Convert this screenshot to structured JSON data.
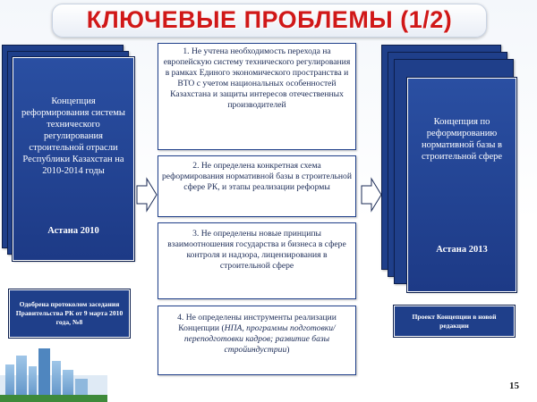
{
  "title": "КЛЮЧЕВЫЕ ПРОБЛЕМЫ (1/2)",
  "left_card": {
    "text": "Концепция реформирования системы технического регулирования строительной отрасли Республики Казахстан на 2010-2014 годы",
    "footer": "Астана 2010"
  },
  "left_note": "Одобрена протоколом заседания Правительства РК от 9 марта 2010 года, №8",
  "problems": [
    {
      "text": "1. Не учтена необходимость перехода на европейскую систему технического регулирования в рамках Единого экономического пространства и ВТО с учетом национальных особенностей Казахстана и защиты интересов отечественных производителей"
    },
    {
      "text": "2. Не определена конкретная схема реформирования нормативной базы в строительной сфере РК, и этапы реализации реформы"
    },
    {
      "text": "3. Не определены новые принципы взаимоотношения государства и бизнеса в сфере контроля и надзора, лицензирования в строительной сфере"
    },
    {
      "text": "4. Не определены инструменты реализации Концепции (",
      "italic": "НПА, программы подготовки/ переподготовки кадров; развитие базы стройиндустрии",
      "tail": ")"
    }
  ],
  "right_card": {
    "text": "Концепция по реформированию нормативной базы в строительной сфере",
    "footer": "Астана 2013"
  },
  "right_note": "Проект Концепции в новой редакции",
  "page_number": "15",
  "colors": {
    "title_red": "#d01818",
    "card_blue": "#1f3f8a",
    "arrow_fill": "#ffffff"
  }
}
